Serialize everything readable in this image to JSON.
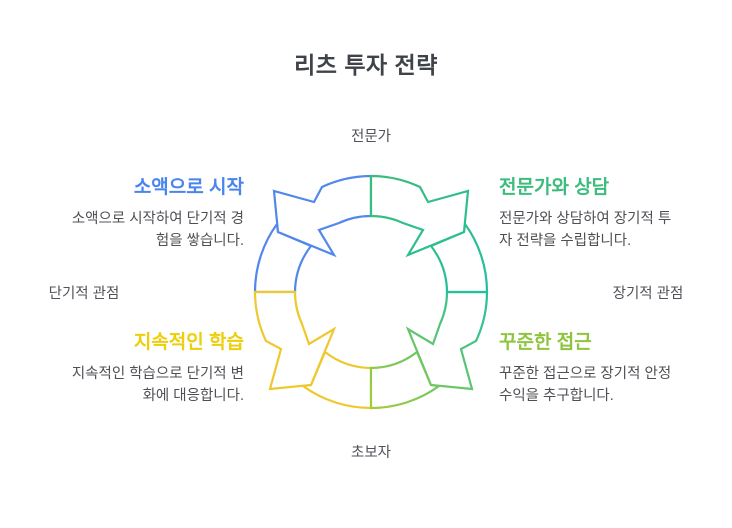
{
  "title": "리츠 투자 전략",
  "axis": {
    "top": "전문가",
    "bottom": "초보자",
    "left": "단기적 관점",
    "right": "장기적 관점"
  },
  "quadrants": {
    "top_left": {
      "heading": "소액으로 시작",
      "body": "소액으로 시작하여 단기적 경\n험을 쌓습니다.",
      "color": "#4a84ec"
    },
    "top_right": {
      "heading": "전문가와 상담",
      "body": "전문가와 상담하여 장기적 투\n자 전략을 수립합니다.",
      "color": "#3cbd7d"
    },
    "bottom_left": {
      "heading": "지속적인 학습",
      "body": "지속적인 학습으로 단기적 변\n화에 대응합니다.",
      "color": "#edce0a"
    },
    "bottom_right": {
      "heading": "꾸준한 접근",
      "body": "꾸준한 접근으로 장기적 안정\n수익을 추구합니다.",
      "color": "#8fc43f"
    }
  },
  "diagram": {
    "type": "cycle-arrows",
    "stroke_colors": {
      "blue": "#5287ec",
      "green": "#3abd7a",
      "teal": "#22bfa0",
      "lime": "#a4cc3a",
      "yellow": "#efc72f"
    }
  }
}
